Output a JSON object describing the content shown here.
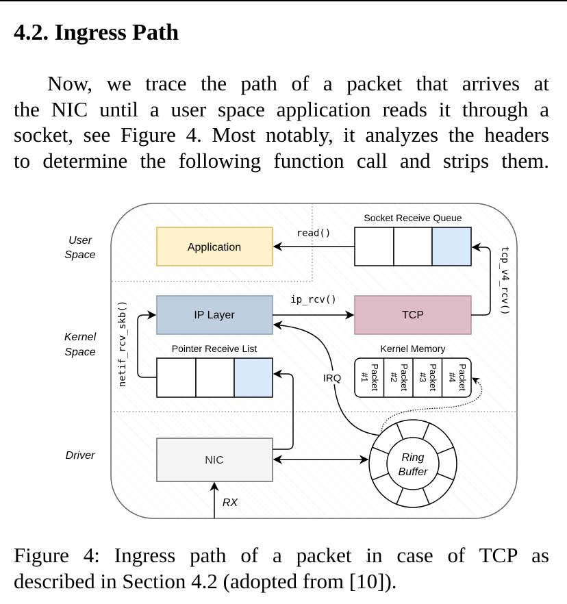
{
  "heading": "4.2.  Ingress Path",
  "paragraph_lines": [
    "Now, we trace the path of a packet that arrives at",
    "the NIC until a user space application reads it through a",
    "socket, see Figure 4. Most notably, it analyzes the headers",
    "to determine the following function call and strips them."
  ],
  "figure": {
    "regions": {
      "user_space": [
        "User",
        "Space"
      ],
      "kernel_space": [
        "Kernel",
        "Space"
      ],
      "driver": "Driver"
    },
    "boxes": {
      "application": "Application",
      "ip_layer": "IP Layer",
      "tcp": "TCP",
      "nic": "NIC"
    },
    "queues": {
      "socket_receive_queue": "Socket Receive Queue",
      "pointer_receive_list": "Pointer Receive List",
      "kernel_memory": "Kernel Memory",
      "packets": [
        [
          "Packet",
          "#1"
        ],
        [
          "Packet",
          "#2"
        ],
        [
          "Packet",
          "#3"
        ],
        [
          "Packet",
          "#4"
        ]
      ]
    },
    "ring_buffer": [
      "Ring",
      "Buffer"
    ],
    "edge_labels": {
      "read": "read()",
      "ip_rcv": "ip_rcv()",
      "tcp_v4_rcv": "tcp_v4_rcv()",
      "netif_rcv_skb": "netif_rcv_skb()",
      "irq": "IRQ",
      "rx": "RX"
    },
    "colors": {
      "application_fill": "#fff2cc",
      "application_stroke": "#d6b656",
      "ip_fill": "#bfcfdf",
      "ip_stroke": "#8a9bb0",
      "tcp_fill": "#e0bcc8",
      "tcp_stroke": "#b0909c",
      "nic_fill": "#f5f5f5",
      "nic_stroke": "#666666",
      "highlight_cell": "#dae8fc"
    }
  },
  "caption_lines": [
    "Figure 4: Ingress path of a packet in case of TCP as",
    "described in Section 4.2 (adopted from [10])."
  ]
}
